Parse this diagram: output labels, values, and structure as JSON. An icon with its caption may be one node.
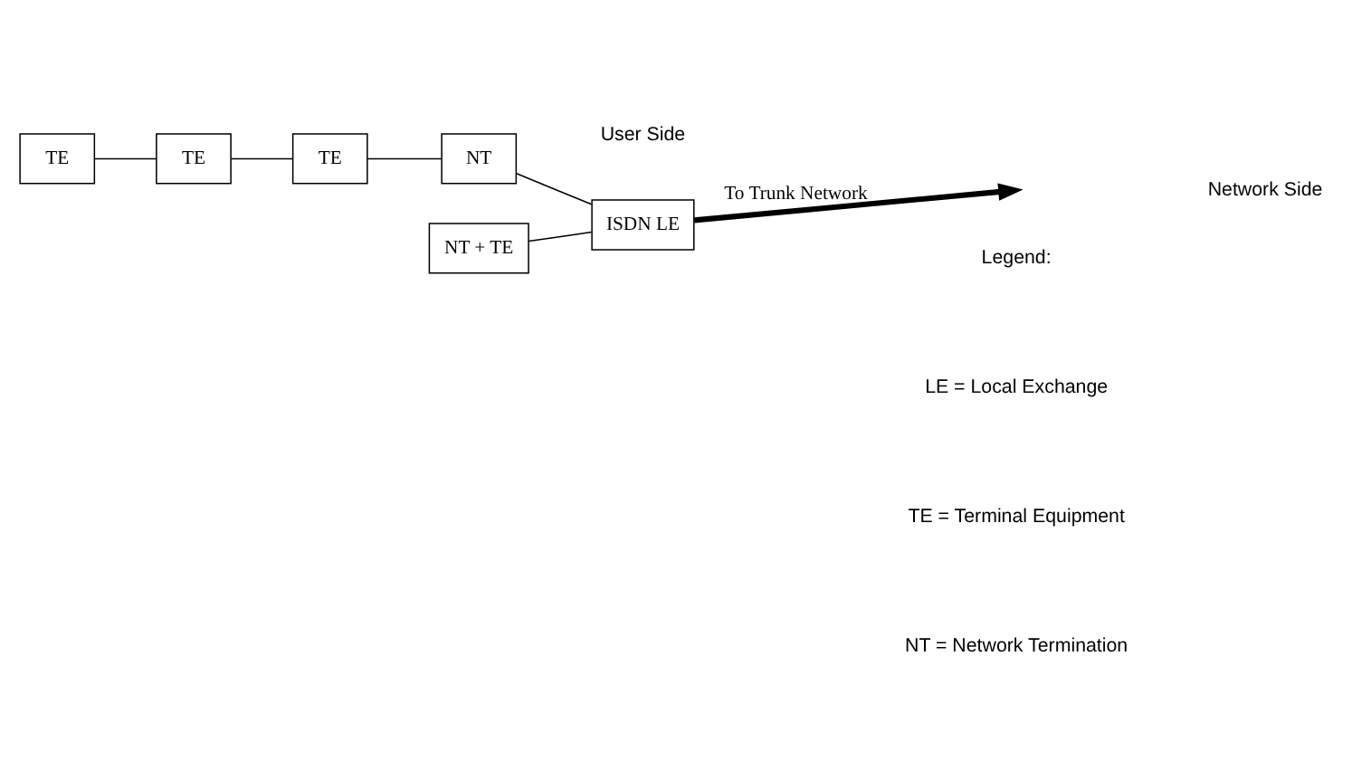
{
  "diagram": {
    "nodes": [
      {
        "text": [
          "TE"
        ]
      },
      {
        "text": [
          "TE"
        ]
      },
      {
        "text": [
          "TE"
        ]
      },
      {
        "text": [
          "NT"
        ]
      },
      {
        "text": [
          "NT + TE"
        ]
      },
      {
        "text": [
          "ISDN LE"
        ]
      }
    ],
    "edges": [
      {
        "from": 0,
        "to": 1,
        "arrow": "none"
      },
      {
        "from": 1,
        "to": 2,
        "arrow": "none"
      },
      {
        "from": 2,
        "to": 3,
        "arrow": "none"
      },
      {
        "from": 3,
        "to": 5,
        "arrow": "none"
      },
      {
        "from": 4,
        "to": 5,
        "arrow": "none"
      },
      {
        "from": 5,
        "to": null,
        "arrow": "to",
        "label": "To Trunk Network",
        "style": "thick"
      }
    ],
    "labels": [
      "User Side",
      "Network Side",
      "Legend:",
      "LE = Local Exchange",
      "TE = Terminal Equipment",
      "NT = Network Termination"
    ]
  }
}
